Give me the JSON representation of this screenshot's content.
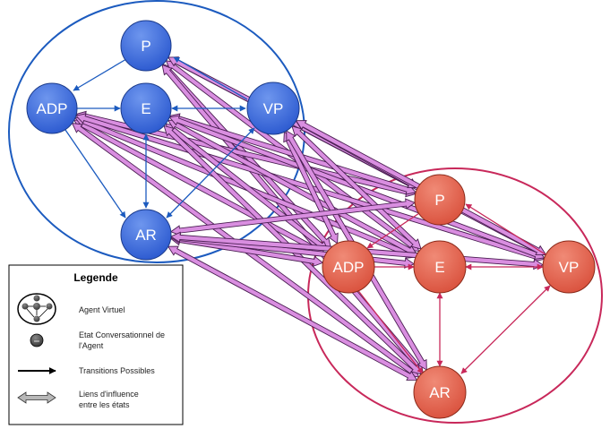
{
  "agents": [
    {
      "id": "blue",
      "color": "#1c5bbf",
      "node_fill_light": "#6e96ee",
      "node_fill_dark": "#2a58cf",
      "nodes": [
        {
          "id": "P",
          "label": "P"
        },
        {
          "id": "ADP",
          "label": "ADP"
        },
        {
          "id": "E",
          "label": "E"
        },
        {
          "id": "VP",
          "label": "VP"
        },
        {
          "id": "AR",
          "label": "AR"
        }
      ]
    },
    {
      "id": "red",
      "color": "#c8285a",
      "node_fill_light": "#f08a76",
      "node_fill_dark": "#d9503c",
      "nodes": [
        {
          "id": "P",
          "label": "P"
        },
        {
          "id": "ADP",
          "label": "ADP"
        },
        {
          "id": "E",
          "label": "E"
        },
        {
          "id": "VP",
          "label": "VP"
        },
        {
          "id": "AR",
          "label": "AR"
        }
      ]
    }
  ],
  "influence_color": "#d98ee0",
  "legend": {
    "title": "Legende",
    "items": [
      {
        "icon": "virtual-agent-icon",
        "lines": [
          "Agent Virtuel"
        ]
      },
      {
        "icon": "conversational-state-icon",
        "lines": [
          "Etat Conversationnel de",
          "l'Agent"
        ]
      },
      {
        "icon": "transition-arrow-icon",
        "lines": [
          "Transitions Possibles"
        ]
      },
      {
        "icon": "influence-arrow-icon",
        "lines": [
          "Liens d'influence",
          "entre les états"
        ]
      }
    ]
  }
}
